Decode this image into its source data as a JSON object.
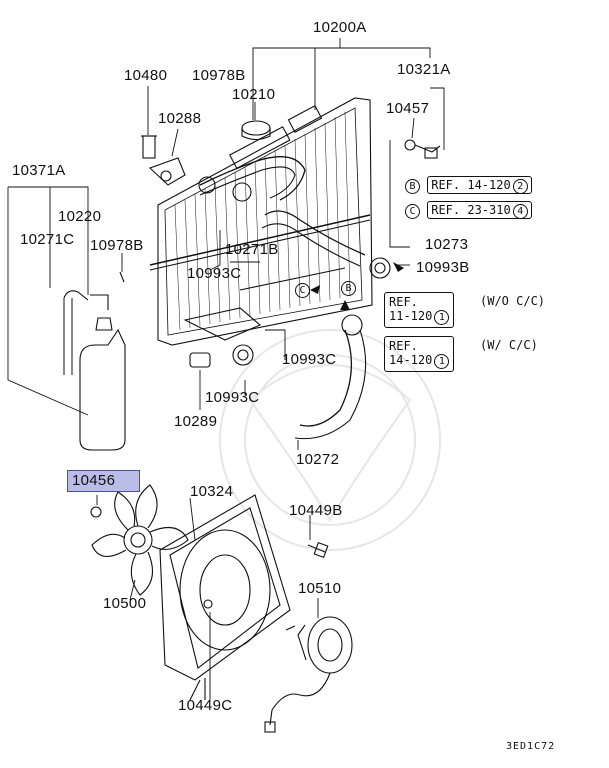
{
  "labels": {
    "p10200A": "10200A",
    "p10480": "10480",
    "p10978B_top": "10978B",
    "p10210": "10210",
    "p10321A": "10321A",
    "p10457": "10457",
    "p10288": "10288",
    "p10371A": "10371A",
    "p10220": "10220",
    "p10271C": "10271C",
    "p10978B_left": "10978B",
    "p10271B": "10271B",
    "p10273": "10273",
    "p10993C_a": "10993C",
    "p10993B": "10993B",
    "p10993C_b": "10993C",
    "p10993C_c": "10993C",
    "p10289": "10289",
    "p10272": "10272",
    "p10456": "10456",
    "p10324": "10324",
    "p10449B": "10449B",
    "p10500": "10500",
    "p10510": "10510",
    "p10449C": "10449C"
  },
  "refs": {
    "ref_b_letter": "B",
    "ref_b_text": "REF. 14-120",
    "ref_b_num": "2",
    "ref_c_letter": "C",
    "ref_c_text": "REF. 23-310",
    "ref_c_num": "4",
    "box1_line1": "REF.",
    "box1_line2": "11-120",
    "box1_num": "1",
    "box1_note": "(W/O C/C)",
    "box2_line1": "REF.",
    "box2_line2": "14-120",
    "box2_num": "1",
    "box2_note": "(W/ C/C)"
  },
  "arrows": {
    "c_letter": "C",
    "b_letter": "B"
  },
  "diagram_code": "3ED1C72",
  "colors": {
    "highlight_fill": "#b9bde8",
    "highlight_border": "#4a50a8",
    "line": "#111111"
  }
}
